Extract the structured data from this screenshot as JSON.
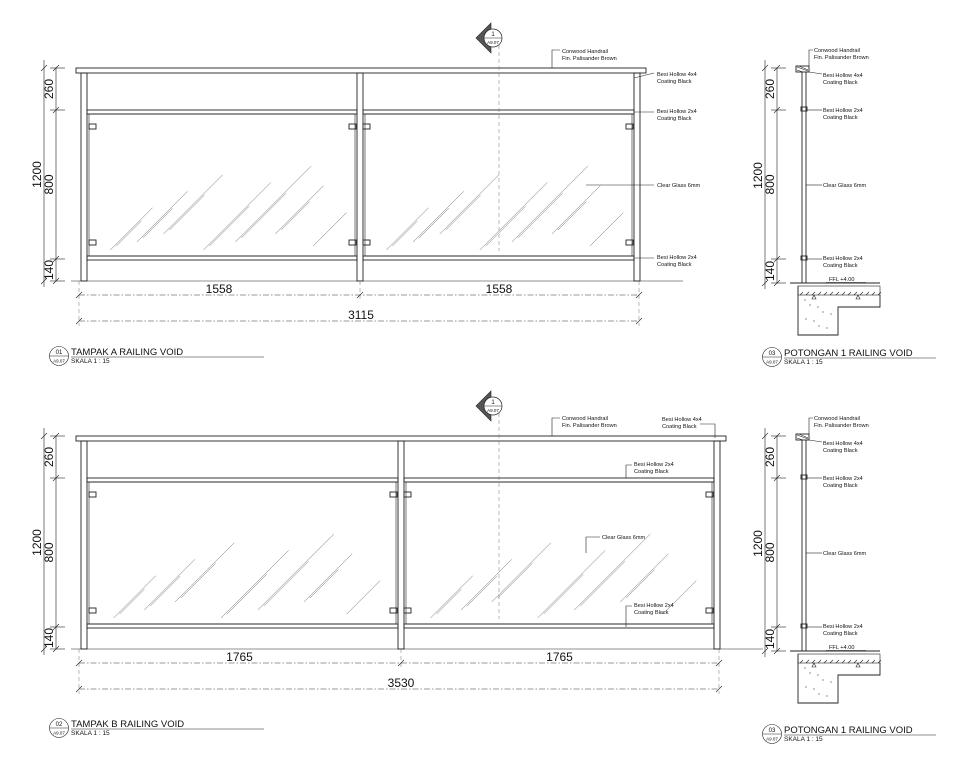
{
  "elevation_a": {
    "title": "TAMPAK A RAILING VOID",
    "number": "01",
    "sheet": "A9.07",
    "scale": "SKALA 1 : 15",
    "dim_total": "3115",
    "dim_left": "1558",
    "dim_right": "1558",
    "dim_height": "1200",
    "dim_top": "260",
    "dim_mid": "800",
    "dim_bottom": "140",
    "section_marker": {
      "number": "1",
      "sheet": "A9.07"
    },
    "notes": {
      "handrail": [
        "Conwood Handrail",
        "Fin. Palisander Brown"
      ],
      "post": [
        "Besi Hollow 4x4",
        "Coating Black"
      ],
      "top_rail": [
        "Besi Hollow 2x4",
        "Coating Black"
      ],
      "glass": [
        "Clear Glass 6mm"
      ],
      "bottom_rail": [
        "Besi Hollow 2x4",
        "Coating Black"
      ]
    }
  },
  "elevation_b": {
    "title": "TAMPAK B RAILING VOID",
    "number": "02",
    "sheet": "A9.07",
    "scale": "SKALA 1 : 15",
    "dim_total": "3530",
    "dim_left": "1765",
    "dim_right": "1765",
    "dim_height": "1200",
    "dim_top": "260",
    "dim_mid": "800",
    "dim_bottom": "140",
    "section_marker": {
      "number": "1",
      "sheet": "A9.07"
    },
    "notes": {
      "handrail": [
        "Conwood Handrail",
        "Fin. Palisander Brown"
      ],
      "post": [
        "Besi Hollow 4x4",
        "Coating Black"
      ],
      "top_rail": [
        "Besi Hollow 2x4",
        "Coating Black"
      ],
      "glass": [
        "Clear Glass 6mm"
      ],
      "bottom_rail": [
        "Besi Hollow 2x4",
        "Coating Black"
      ]
    }
  },
  "section_1": {
    "title": "POTONGAN 1 RAILING VOID",
    "number": "03",
    "sheet": "A9.07",
    "scale": "SKALA 1 : 15",
    "dim_height": "1200",
    "dim_top": "260",
    "dim_mid": "800",
    "dim_bottom": "140",
    "level": "FFL +4.00",
    "notes": {
      "handrail": [
        "Conwood Handrail",
        "Fin. Palisander Brown"
      ],
      "post": [
        "Besi Hollow 4x4",
        "Coating Black"
      ],
      "top_rail": [
        "Besi Hollow 2x4",
        "Coating Black"
      ],
      "glass": [
        "Clear Glass 6mm"
      ],
      "bottom_rail": [
        "Besi Hollow 2x4",
        "Coating Black"
      ]
    }
  },
  "section_2": {
    "title": "POTONGAN 1 RAILING VOID",
    "number": "03",
    "sheet": "A9.07",
    "scale": "SKALA 1 : 15",
    "dim_height": "1200",
    "dim_top": "260",
    "dim_mid": "800",
    "dim_bottom": "140",
    "level": "FFL +4.00",
    "notes": {
      "handrail": [
        "Conwood Handrail",
        "Fin. Palisander Brown"
      ],
      "post": [
        "Besi Hollow 4x4",
        "Coating Black"
      ],
      "top_rail": [
        "Besi Hollow 2x4",
        "Coating Black"
      ],
      "glass": [
        "Clear Glass 6mm"
      ],
      "bottom_rail": [
        "Besi Hollow 2x4",
        "Coating Black"
      ]
    }
  }
}
